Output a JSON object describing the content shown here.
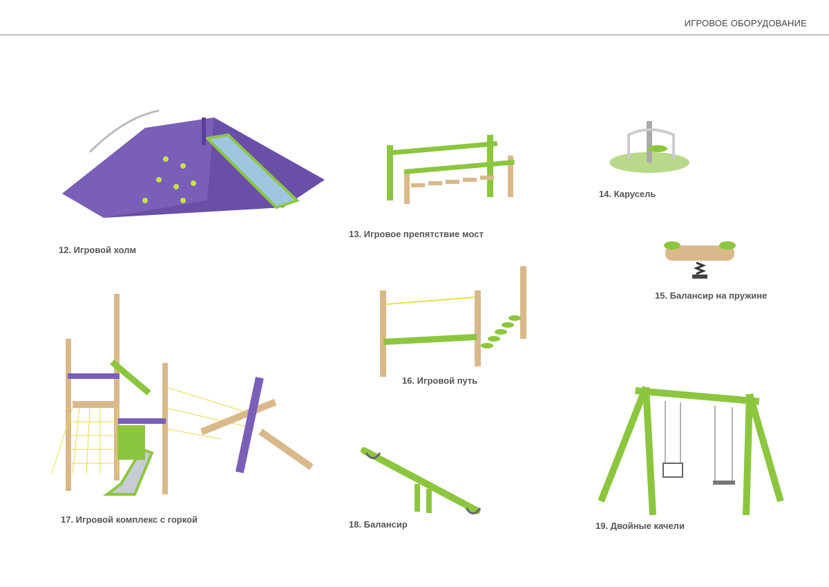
{
  "header": {
    "title": "ИГРОВОЕ ОБОРУДОВАНИЕ"
  },
  "items": [
    {
      "label": "12. Игровой холм"
    },
    {
      "label": "13. Игровое препятствие мост"
    },
    {
      "label": "14. Карусель"
    },
    {
      "label": "15. Балансир на пружине"
    },
    {
      "label": "16. Игровой путь"
    },
    {
      "label": "17. Игровой комплекс с горкой"
    },
    {
      "label": "18. Балансир"
    },
    {
      "label": "19. Двойные качели"
    }
  ],
  "colors": {
    "green": "#8cc63f",
    "purple": "#6a4fa8",
    "wood": "#d9b98a",
    "text": "#555555"
  }
}
